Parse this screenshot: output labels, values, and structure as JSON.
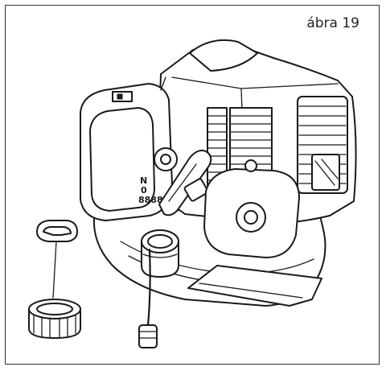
{
  "figure": {
    "caption": "ábra 19"
  },
  "illustration": {
    "choke_labels": [
      "N",
      "0",
      "8888"
    ],
    "colors": {
      "line": "#1a1a1a",
      "background": "#ffffff",
      "border": "#333333"
    }
  }
}
